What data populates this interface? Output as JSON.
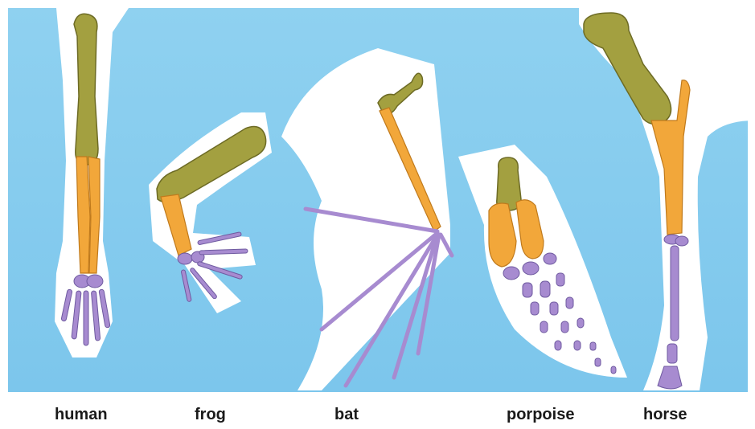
{
  "labels": {
    "human": "human",
    "frog": "frog",
    "bat": "bat",
    "porpoise": "porpoise",
    "horse": "horse"
  },
  "colors": {
    "background": "#8ecfee",
    "silhouette": "#ffffff",
    "upper_arm_bone": "#a3a040",
    "forearm_bones": "#f2a73a",
    "hand_bones": "#a78bd0"
  }
}
